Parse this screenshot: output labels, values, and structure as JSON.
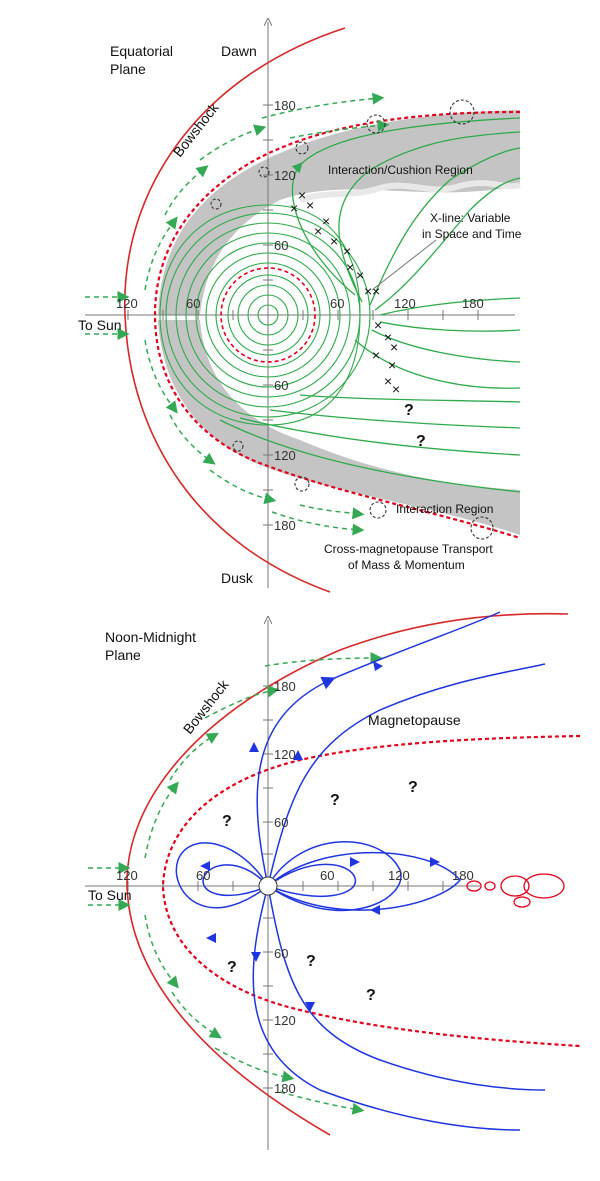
{
  "colors": {
    "bowshock": "#d62828",
    "magnetopause": "#e3001b",
    "field_green": "#2faa4a",
    "flow_green": "#34a853",
    "field_blue": "#1f35e0",
    "cushion_gray": "#b9b9b9",
    "cushion_light": "#d8d8d8",
    "axis": "#777777"
  },
  "top": {
    "title_line1": "Equatorial",
    "title_line2": "Plane",
    "dawn": "Dawn",
    "dusk": "Dusk",
    "bowshock": "Bowshock",
    "to_sun": "To Sun",
    "interaction_cushion": "Interaction/Cushion Region",
    "xline_line1": "X-line: Variable",
    "xline_line2": "in Space and Time",
    "interaction_region": "Interaction Region",
    "transport_line1": "Cross-magnetopause Transport",
    "transport_line2": "of Mass & Momentum",
    "question": "?",
    "ticks_x": [
      "120",
      "60",
      "60",
      "120",
      "180"
    ],
    "ticks_y": [
      "180",
      "120",
      "60",
      "60",
      "120",
      "180"
    ]
  },
  "bottom": {
    "title_line1": "Noon-Midnight",
    "title_line2": "Plane",
    "bowshock": "Bowshock",
    "magnetopause": "Magnetopause",
    "to_sun": "To Sun",
    "question": "?",
    "ticks_x": [
      "120",
      "60",
      "60",
      "120",
      "180"
    ],
    "ticks_y": [
      "180",
      "120",
      "60",
      "60",
      "120",
      "180"
    ]
  }
}
